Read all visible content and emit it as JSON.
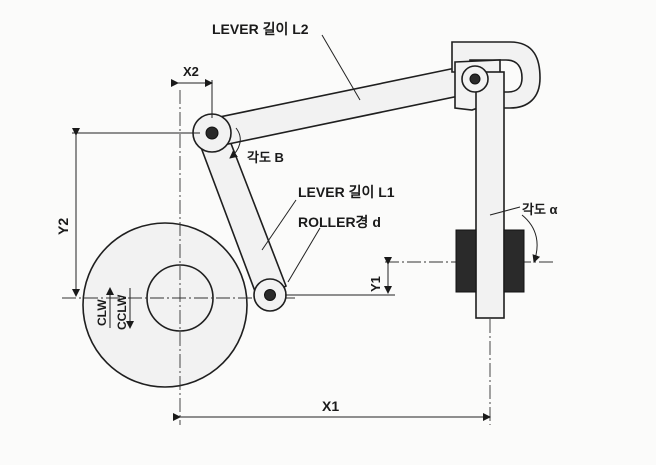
{
  "labels": {
    "lever_l2": "LEVER 길이 L2",
    "lever_l1": "LEVER 길이 L1",
    "roller": "ROLLER경 d",
    "angle_b": "각도 B",
    "angle_a": "각도 α",
    "x1": "X1",
    "x2": "X2",
    "y1": "Y1",
    "y2": "Y2",
    "clw": "CLW",
    "cclw": "CCLW"
  }
}
